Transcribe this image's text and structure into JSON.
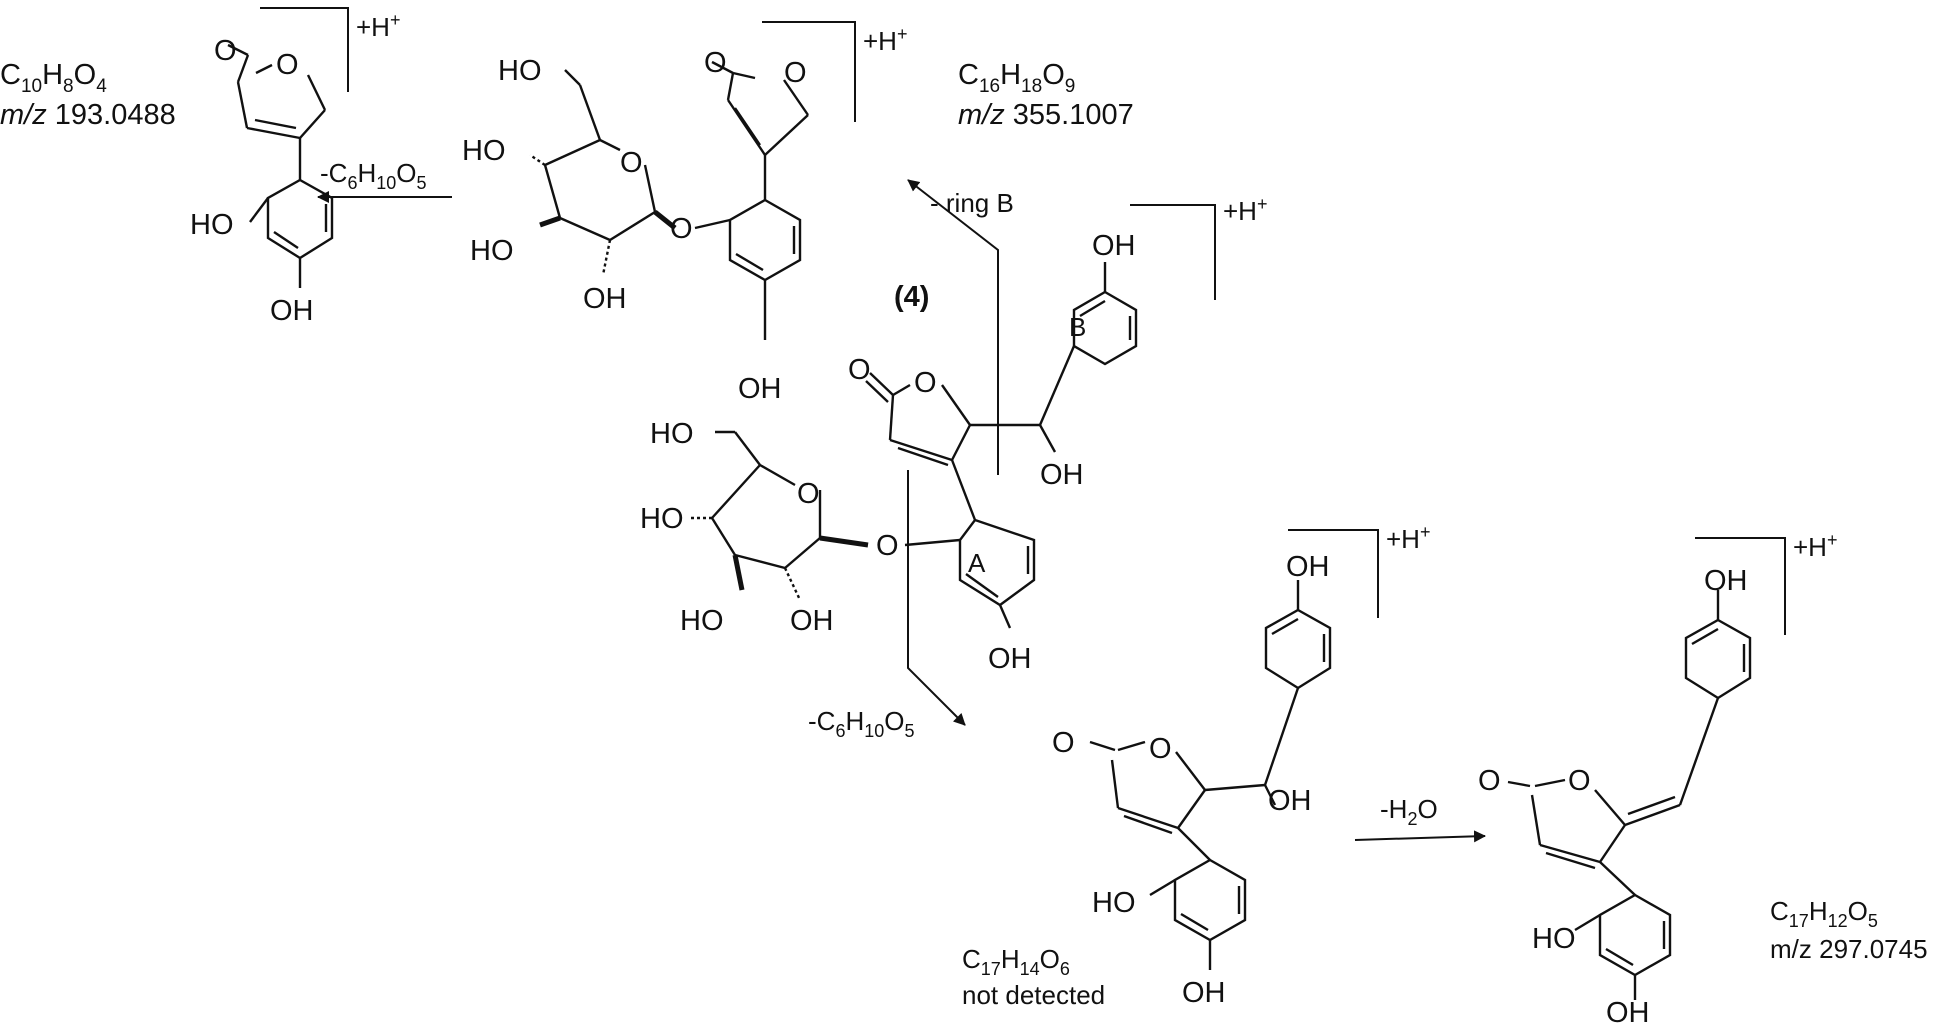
{
  "compound_label": "(4)",
  "ring_labels": {
    "a": "A",
    "b": "B"
  },
  "adduct": "+H",
  "adduct_superscript": "+",
  "atoms": {
    "o": "O",
    "ho": "HO",
    "oh": "OH"
  },
  "losses": {
    "ring_b": "- ring B",
    "hexose_a": {
      "prefix": "-C",
      "h": "H",
      "h_count": "10",
      "o": "O",
      "o_count": "5",
      "c_count": "6"
    },
    "water": {
      "prefix": "-H",
      "h_count": "2",
      "o": "O"
    }
  },
  "fragments": {
    "f193": {
      "c": "C",
      "c_count": "10",
      "h": "H",
      "h_count": "8",
      "o": "O",
      "o_count": "4",
      "mz_label": "m/z",
      "mz_value": " 193.0488"
    },
    "f355": {
      "c": "C",
      "c_count": "16",
      "h": "H",
      "h_count": "18",
      "o": "O",
      "o_count": "9",
      "mz_label": "m/z",
      "mz_value": " 355.1007"
    },
    "f315": {
      "c": "C",
      "c_count": "17",
      "h": "H",
      "h_count": "14",
      "o": "O",
      "o_count": "6",
      "status": "not detected"
    },
    "f297": {
      "c": "C",
      "c_count": "17",
      "h": "H",
      "h_count": "12",
      "o": "O",
      "o_count": "5",
      "mz_text": "m/z 297.0745"
    }
  },
  "colors": {
    "ink": "#111111",
    "background": "#ffffff"
  }
}
